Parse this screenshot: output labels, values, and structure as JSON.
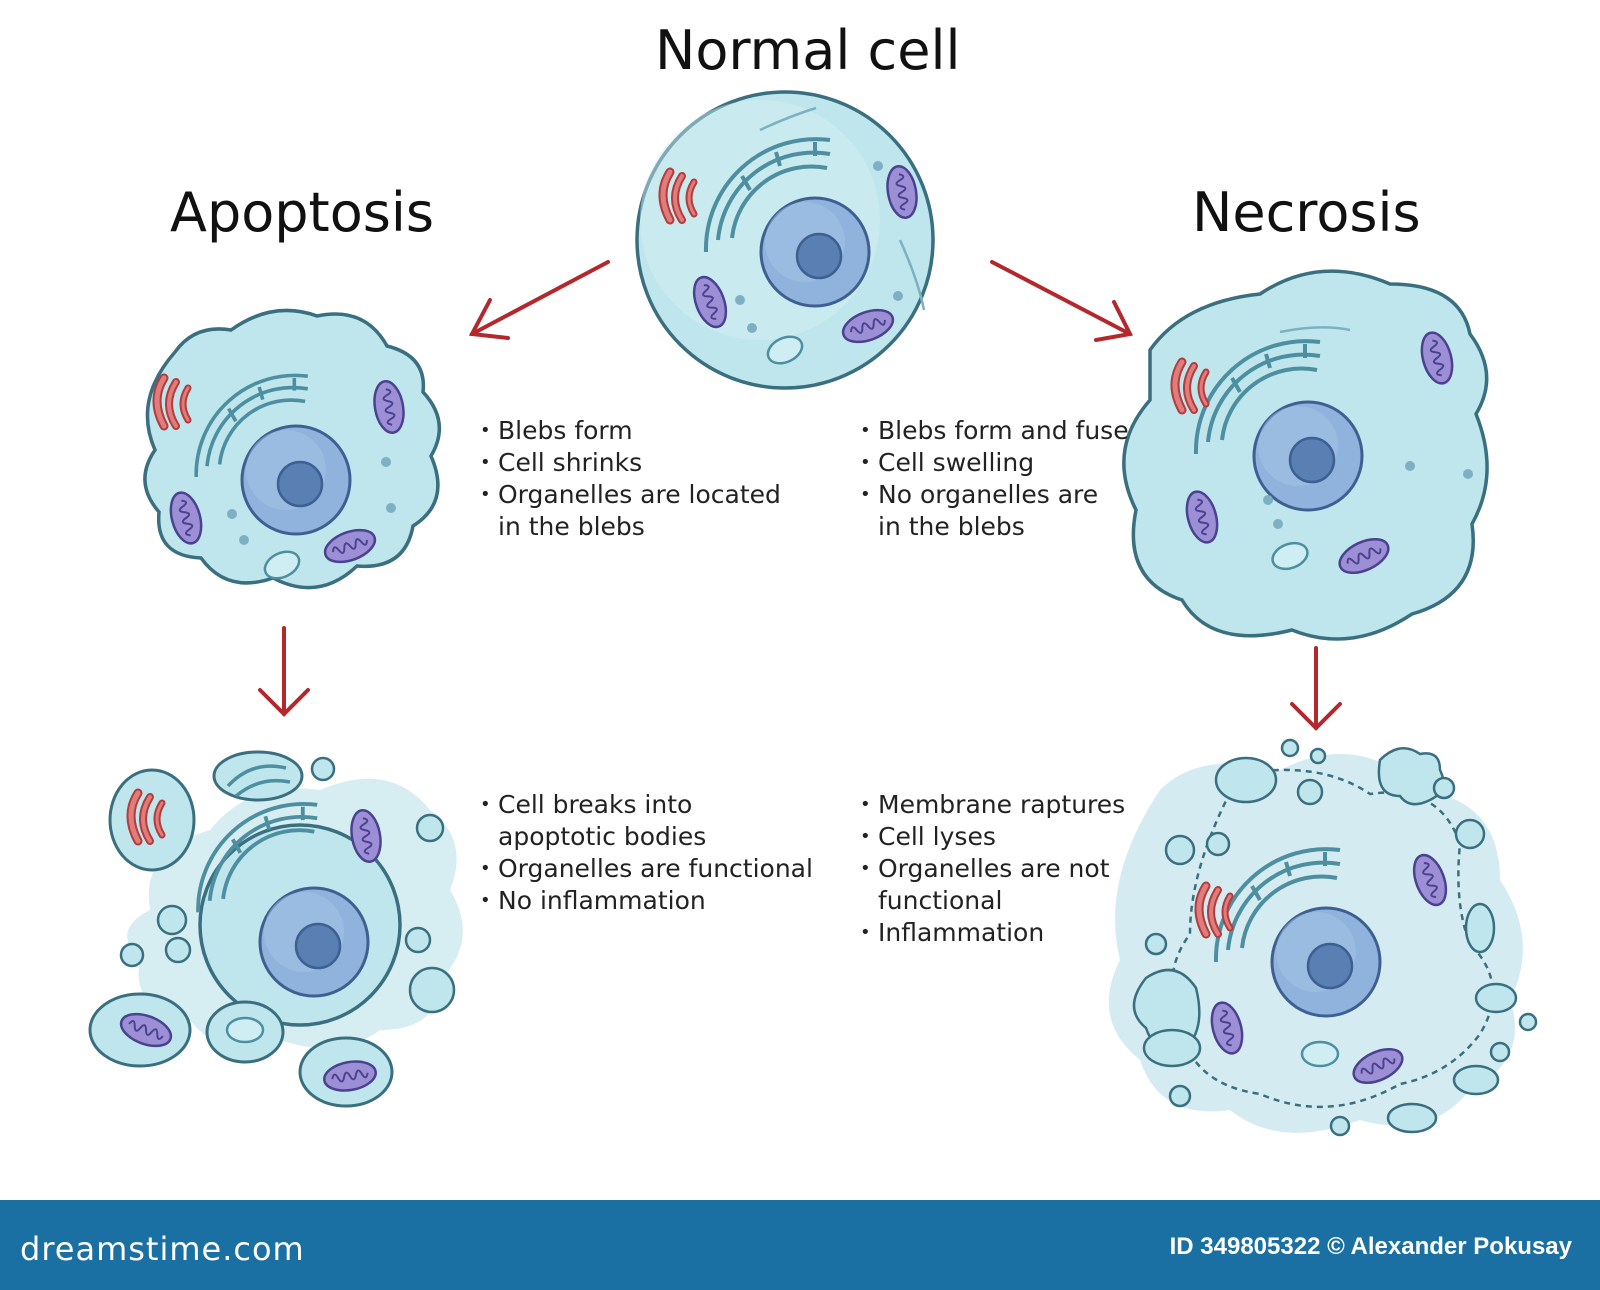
{
  "headings": {
    "normal": "Normal cell",
    "apoptosis": "Apoptosis",
    "necrosis": "Necrosis"
  },
  "apoptosis_stage1": [
    "Blebs form",
    "Cell shrinks",
    "Organelles are located",
    "in the blebs"
  ],
  "necrosis_stage1": [
    "Blebs form and fuse",
    "Cell swelling",
    "No organelles are",
    "in the blebs"
  ],
  "apoptosis_stage2": [
    "Cell breaks into",
    "apoptotic bodies",
    "Organelles are functional",
    "No inflammation"
  ],
  "necrosis_stage2": [
    "Membrane raptures",
    "Cell lyses",
    "Organelles are not",
    "functional",
    "Inflammation"
  ],
  "colors": {
    "arrow": "#b3282d",
    "cytoplasm": "#bfe6ec",
    "nucleus": "#8fb3dc",
    "nucleolus": "#5a7fb3",
    "mitochondria": "#9d8fd6",
    "golgi": "#d76b6b",
    "footer": "#1a6fa3"
  },
  "footer": {
    "brand": "dreamstime.com",
    "credit": "ID 349805322 © Alexander Pokusay"
  }
}
